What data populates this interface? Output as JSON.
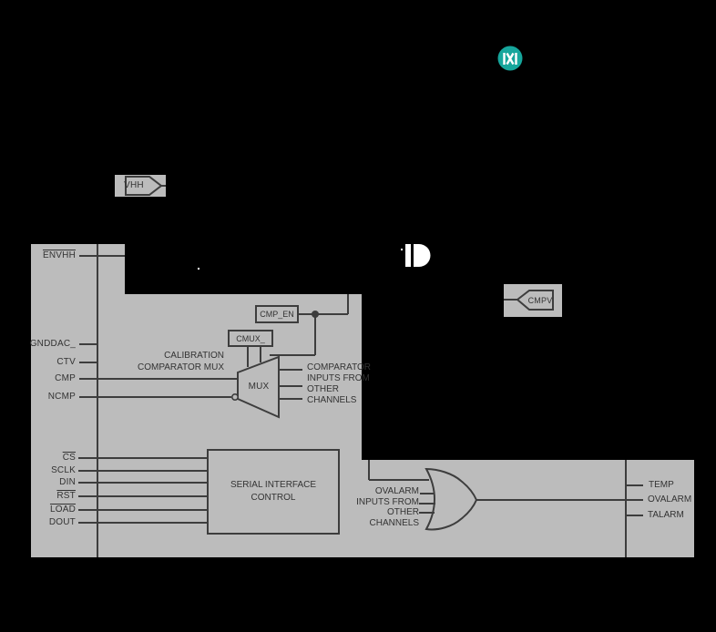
{
  "colors": {
    "background": "#000000",
    "plate": "#bcbcbc",
    "ink": "#3d3d3d",
    "logo_teal": "#16a69c",
    "white": "#ffffff"
  },
  "logo": {
    "name": "maxim-logo"
  },
  "pin_symbols": {
    "vhh": "VHH",
    "cmpv": "CMPV"
  },
  "left_pins": [
    {
      "label": "ENVHH",
      "overline": true
    },
    {
      "label": "GNDDAC_",
      "overline": false
    },
    {
      "label": "CTV",
      "overline": false
    },
    {
      "label": "CMP",
      "overline": false
    },
    {
      "label": "NCMP",
      "overline": false
    }
  ],
  "serial_pins": [
    {
      "label": "CS",
      "overline": true
    },
    {
      "label": "SCLK",
      "overline": false
    },
    {
      "label": "DIN",
      "overline": false
    },
    {
      "label": "RST",
      "overline": true
    },
    {
      "label": "LOAD",
      "overline": true
    },
    {
      "label": "DOUT",
      "overline": false
    }
  ],
  "blocks": {
    "cmp_en": "CMP_EN",
    "cmux": "CMUX_",
    "mux": "MUX",
    "serial_interface_line1": "SERIAL INTERFACE",
    "serial_interface_line2": "CONTROL"
  },
  "annotations": {
    "cal_mux_line1": "CALIBRATION",
    "cal_mux_line2": "COMPARATOR MUX",
    "comparator_inputs": [
      "COMPARATOR",
      "INPUTS FROM",
      "OTHER",
      "CHANNELS"
    ],
    "ovalarm_inputs": [
      "OVALARM",
      "INPUTS FROM",
      "OTHER",
      "CHANNELS"
    ]
  },
  "right_pins": [
    "TEMP",
    "OVALARM",
    "TALARM"
  ]
}
